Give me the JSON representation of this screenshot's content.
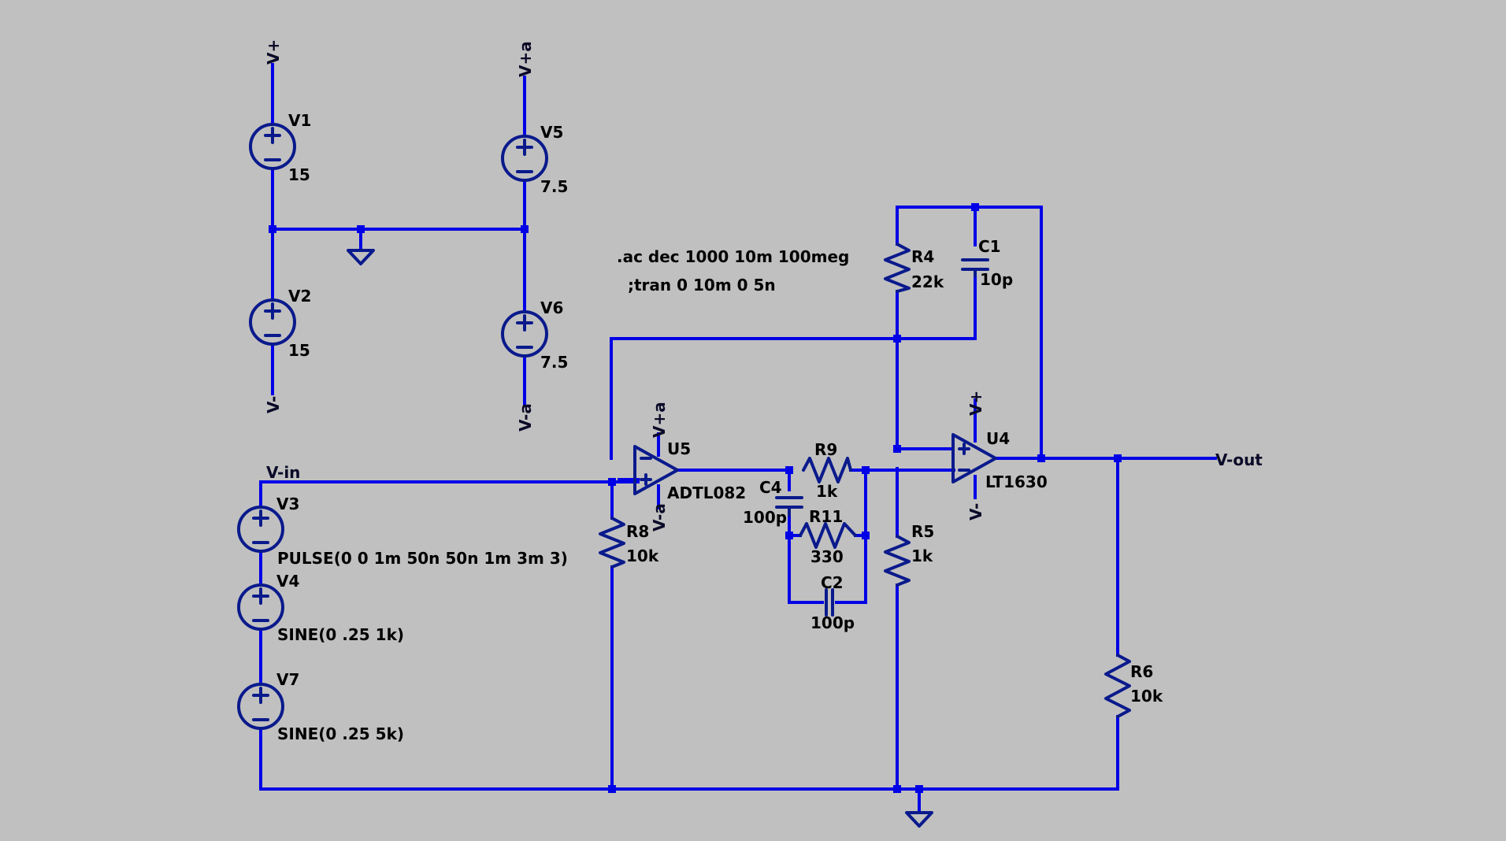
{
  "colors": {
    "background": "#c0c0c0",
    "wire": "#0000e6",
    "symbol": "#0a1a8c",
    "text": "#000000"
  },
  "directives": {
    "ac": ".ac dec 1000 10m 100meg",
    "tran": ";tran 0 10m 0 5n"
  },
  "nets": {
    "vplus_v1": "V+",
    "vminus_v2": "V-",
    "vplusa_v5": "V+a",
    "vminusa_v6": "V-a",
    "vin": "V-in",
    "vout": "V-out",
    "vplusa_u5": "V+a",
    "vminusa_u5": "V-a",
    "vplus_u4": "V+",
    "vminus_u4": "V-"
  },
  "components": {
    "v1": {
      "name": "V1",
      "value": "15"
    },
    "v2": {
      "name": "V2",
      "value": "15"
    },
    "v5": {
      "name": "V5",
      "value": "7.5"
    },
    "v6": {
      "name": "V6",
      "value": "7.5"
    },
    "v3": {
      "name": "V3",
      "value": "PULSE(0 0 1m 50n 50n 1m 3m 3)"
    },
    "v4": {
      "name": "V4",
      "value": "SINE(0 .25 1k)"
    },
    "v7": {
      "name": "V7",
      "value": "SINE(0 .25 5k)"
    },
    "r4": {
      "name": "R4",
      "value": "22k"
    },
    "c1": {
      "name": "C1",
      "value": "10p"
    },
    "r8": {
      "name": "R8",
      "value": "10k"
    },
    "r9": {
      "name": "R9",
      "value": "1k"
    },
    "c4": {
      "name": "C4",
      "value": "100p"
    },
    "r11": {
      "name": "R11",
      "value": "330"
    },
    "c2": {
      "name": "C2",
      "value": "100p"
    },
    "r5": {
      "name": "R5",
      "value": "1k"
    },
    "r6": {
      "name": "R6",
      "value": "10k"
    },
    "u5": {
      "name": "U5",
      "value": "ADTL082"
    },
    "u4": {
      "name": "U4",
      "value": "LT1630"
    }
  }
}
